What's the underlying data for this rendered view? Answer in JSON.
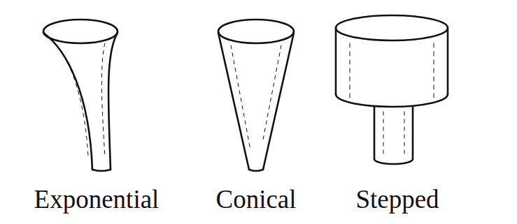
{
  "diagram": {
    "labels": [
      "Exponential",
      "Conical",
      "Stepped"
    ]
  }
}
